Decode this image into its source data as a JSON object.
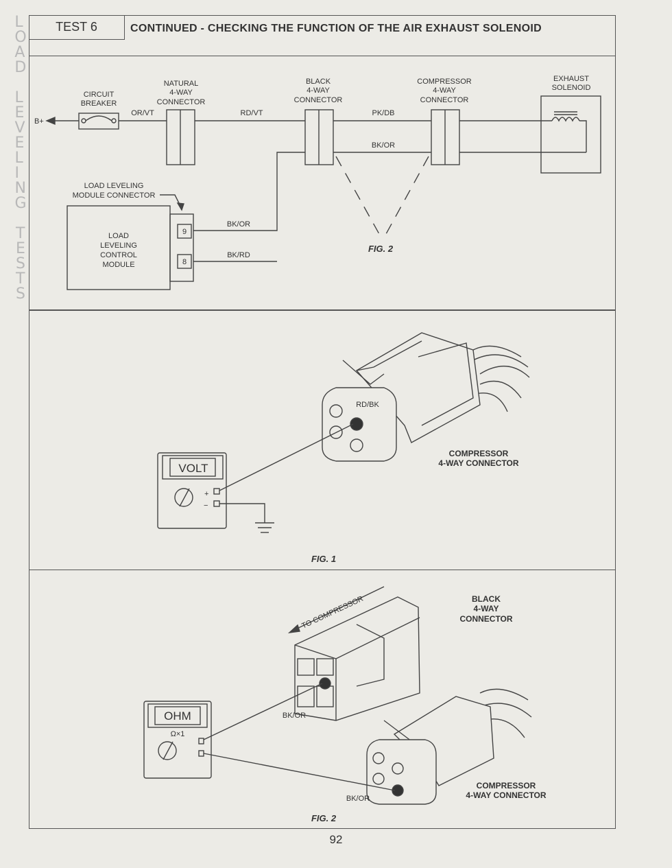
{
  "sidebar": {
    "top_word": "LOAD",
    "middle_word": "LEVELING",
    "bottom_word": "TESTS"
  },
  "header": {
    "test_label": "TEST 6",
    "title": "CONTINUED - CHECKING THE FUNCTION OF THE AIR EXHAUST SOLENOID"
  },
  "schematic": {
    "battery": "B+",
    "circuit_breaker": [
      "CIRCUIT",
      "BREAKER"
    ],
    "natural_connector": [
      "NATURAL",
      "4-WAY",
      "CONNECTOR"
    ],
    "black_connector": [
      "BLACK",
      "4-WAY",
      "CONNECTOR"
    ],
    "compressor_connector": [
      "COMPRESSOR",
      "4-WAY",
      "CONNECTOR"
    ],
    "exhaust_solenoid": [
      "EXHAUST",
      "SOLENOID"
    ],
    "module_connector": [
      "LOAD LEVELING",
      "MODULE CONNECTOR"
    ],
    "module": [
      "LOAD",
      "LEVELING",
      "CONTROL",
      "MODULE"
    ],
    "wire_or_vt": "OR/VT",
    "wire_rd_vt": "RD/VT",
    "wire_pk_db": "PK/DB",
    "wire_bk_or_top": "BK/OR",
    "wire_bk_or_pin9": "BK/OR",
    "wire_bk_rd_pin8": "BK/RD",
    "pin9": "9",
    "pin8": "8",
    "fig_label": "FIG. 2"
  },
  "fig1": {
    "meter_display": "VOLT",
    "plus": "+",
    "minus": "−",
    "terminal_label": "RD/BK",
    "connector_label": [
      "COMPRESSOR",
      "4-WAY CONNECTOR"
    ],
    "fig_label": "FIG. 1"
  },
  "fig2": {
    "meter_display": "OHM",
    "range": "Ω×1",
    "direction_label": "TO COMPRESSOR",
    "black_connector_label": [
      "BLACK",
      "4-WAY",
      "CONNECTOR"
    ],
    "wire_black": "BK/OR",
    "wire_compressor": "BK/OR",
    "compressor_label": [
      "COMPRESSOR",
      "4-WAY CONNECTOR"
    ],
    "fig_label": "FIG. 2"
  },
  "page_number": "92"
}
